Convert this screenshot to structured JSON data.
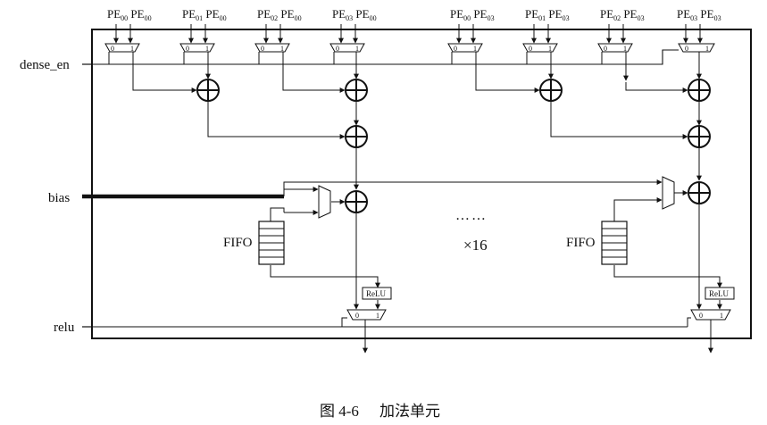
{
  "inputs": {
    "left": [
      {
        "a": "PE",
        "a_sub": "00",
        "b": "PE",
        "b_sub": "00"
      },
      {
        "a": "PE",
        "a_sub": "01",
        "b": "PE",
        "b_sub": "00"
      },
      {
        "a": "PE",
        "a_sub": "02",
        "b": "PE",
        "b_sub": "00"
      },
      {
        "a": "PE",
        "a_sub": "03",
        "b": "PE",
        "b_sub": "00"
      }
    ],
    "right": [
      {
        "a": "PE",
        "a_sub": "00",
        "b": "PE",
        "b_sub": "03"
      },
      {
        "a": "PE",
        "a_sub": "01",
        "b": "PE",
        "b_sub": "03"
      },
      {
        "a": "PE",
        "a_sub": "02",
        "b": "PE",
        "b_sub": "03"
      },
      {
        "a": "PE",
        "a_sub": "03",
        "b": "PE",
        "b_sub": "03"
      }
    ]
  },
  "signals": {
    "dense_en": "dense_en",
    "bias": "bias",
    "relu": "relu"
  },
  "mux_labels": {
    "zero": "0",
    "one": "1"
  },
  "blocks": {
    "fifo": "FIFO",
    "relu": "ReLU"
  },
  "center": {
    "ellipsis": "……",
    "repeat": "×16"
  },
  "caption": {
    "number": "图 4-6",
    "title": "加法单元"
  }
}
